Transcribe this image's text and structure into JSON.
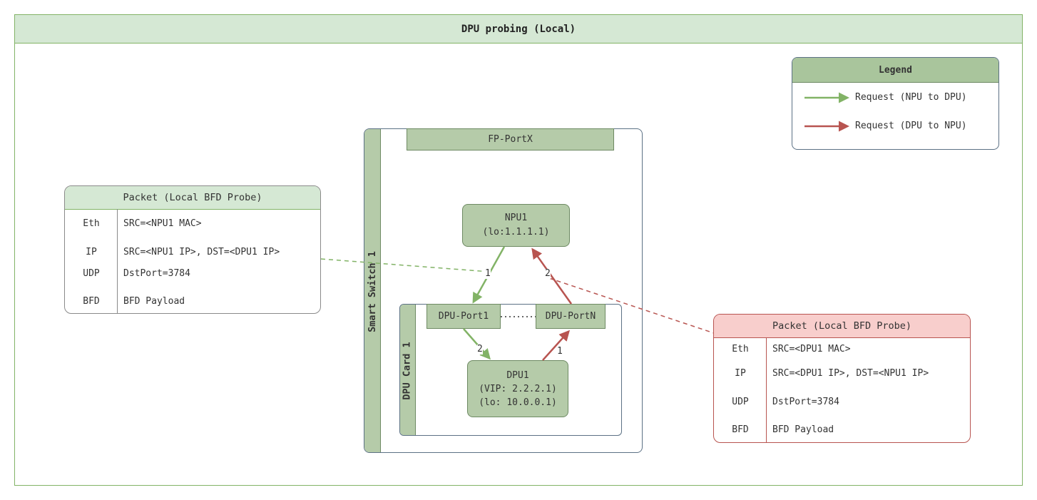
{
  "title": "DPU probing (Local)",
  "legend": {
    "title": "Legend",
    "items": [
      {
        "label": "Request (NPU to DPU)",
        "color": "#82b366"
      },
      {
        "label": "Request (DPU to NPU)",
        "color": "#b85450"
      }
    ]
  },
  "switch": {
    "label": "Smart Switch 1",
    "port": "FP-PortX",
    "npu": {
      "name": "NPU1",
      "lo": "(lo:1.1.1.1)"
    },
    "dpu_card": {
      "label": "DPU Card 1",
      "port1": "DPU-Port1",
      "portN": "DPU-PortN",
      "dpu": {
        "name": "DPU1",
        "vip": "(VIP: 2.2.2.1)",
        "lo": "(lo: 10.0.0.1)"
      }
    }
  },
  "arrows": {
    "green_step1": "1",
    "green_step2": "2",
    "red_step1": "1",
    "red_step2": "2"
  },
  "packet_left": {
    "title": "Packet (Local BFD Probe)",
    "header_color": "#d5e8d4",
    "rows": [
      {
        "k": "Eth",
        "v": "SRC=<NPU1 MAC>"
      },
      {
        "k": "IP",
        "v": "SRC=<NPU1 IP>, DST=<DPU1 IP>"
      },
      {
        "k": "UDP",
        "v": "DstPort=3784"
      },
      {
        "k": "BFD",
        "v": "BFD Payload"
      }
    ]
  },
  "packet_right": {
    "title": "Packet (Local BFD Probe)",
    "header_color": "#f8cecc",
    "rows": [
      {
        "k": "Eth",
        "v": "SRC=<DPU1 MAC>"
      },
      {
        "k": "IP",
        "v": "SRC=<DPU1 IP>, DST=<NPU1 IP>"
      },
      {
        "k": "UDP",
        "v": "DstPort=3784"
      },
      {
        "k": "BFD",
        "v": "BFD Payload"
      }
    ]
  }
}
